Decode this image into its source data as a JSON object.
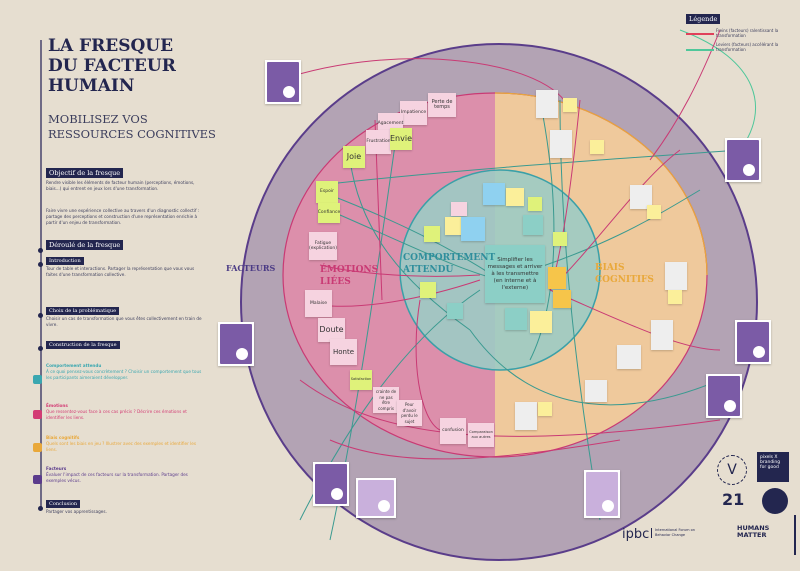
{
  "title": "LA FRESQUE DU FACTEUR HUMAIN",
  "subtitle": "MOBILISEZ VOS RESSOURCES COGNITIVES",
  "left_panel": {
    "objectif": {
      "heading": "Objectif de la fresque",
      "text1": "Rendre visible les éléments de facteur humain (perceptions, émotions, biais...) qui entrent en jeux lors d'une transformation.",
      "text2": "Faire vivre une expérience collective au travers d'un diagnostic collectif : partage des perceptions et construction d'une représentation enrichie à partir d'un enjeu de transformation."
    },
    "deroule": {
      "heading": "Déroulé de la fresque"
    },
    "introduction": {
      "heading": "Introduction",
      "text": "Tour de table et interactions. Partager la représentation que vous vous faites d'une transformation collective."
    },
    "choix": {
      "heading": "Choix de la problématique",
      "text": "Choisir un cas de transformation que vous êtes collectivement en train de vivre."
    },
    "construction": {
      "heading": "Construction de la fresque"
    },
    "steps": [
      {
        "title": "Comportement attendu",
        "text": "À ce quoi pensez-vous concrètement ? Choisir un comportement que tous les participants aimeraient développer.",
        "color": "#3aa7b0"
      },
      {
        "title": "Émotions",
        "text": "Que ressentez-vous face à ces cas précis ? Décrire ces émotions et identifier les liens.",
        "color": "#d33c74"
      },
      {
        "title": "Biais cognitifs",
        "text": "Quels sont les biais en jeu ? Illustrer avec des exemples et identifier les liens.",
        "color": "#e9a83a"
      },
      {
        "title": "Facteurs",
        "text": "Évaluer l'impact de ces facteurs sur la transformation. Partager des exemples vécus.",
        "color": "#5b3b8c"
      }
    ],
    "conclusion": {
      "heading": "Conclusion",
      "text": "Partager vos apprentissages."
    }
  },
  "legend": {
    "heading": "Légende",
    "items": [
      {
        "text": "Freins (facteurs) ralentissant la transformation",
        "color": "#e0405a"
      },
      {
        "text": "Leviers (facteurs) accélérant la transformation",
        "color": "#4fc79a"
      }
    ]
  },
  "zones": {
    "facteurs": "FACTEURS",
    "emotions": "ÉMOTIONS LIÉES",
    "comportement": "COMPORTEMENT ATTENDU",
    "biais": "BIAIS COGNITIFS"
  },
  "center_note": "Simplifier les messages et arriver à les transmettre (en interne et à l'externe)",
  "emotion_notes": [
    "Perte de temps",
    "Impatience",
    "Agacement",
    "Frustration",
    "Envie",
    "Joie",
    "Espoir",
    "Confiance",
    "Fatigue (explication)",
    "Malaise",
    "Doute",
    "Honte",
    "Satisfaction",
    "crainte de ne pas être compris",
    "Peur d'avoir perdu le sujet",
    "confusion",
    "Comparaison aux autres"
  ],
  "logos": {
    "ipbc": "ipbc",
    "ipbc_sub": "International Forum on Behavior Change",
    "pixels": "pixels X branding for good",
    "twentyone": "21",
    "humans": "HUMANS MATTER"
  },
  "colors": {
    "background": "#e6ded0",
    "outer": "#b3a3b4",
    "emotions": "#dc8fab",
    "biais": "#efc99c",
    "comportement": "#9ccbc4",
    "navy": "#23264f"
  }
}
